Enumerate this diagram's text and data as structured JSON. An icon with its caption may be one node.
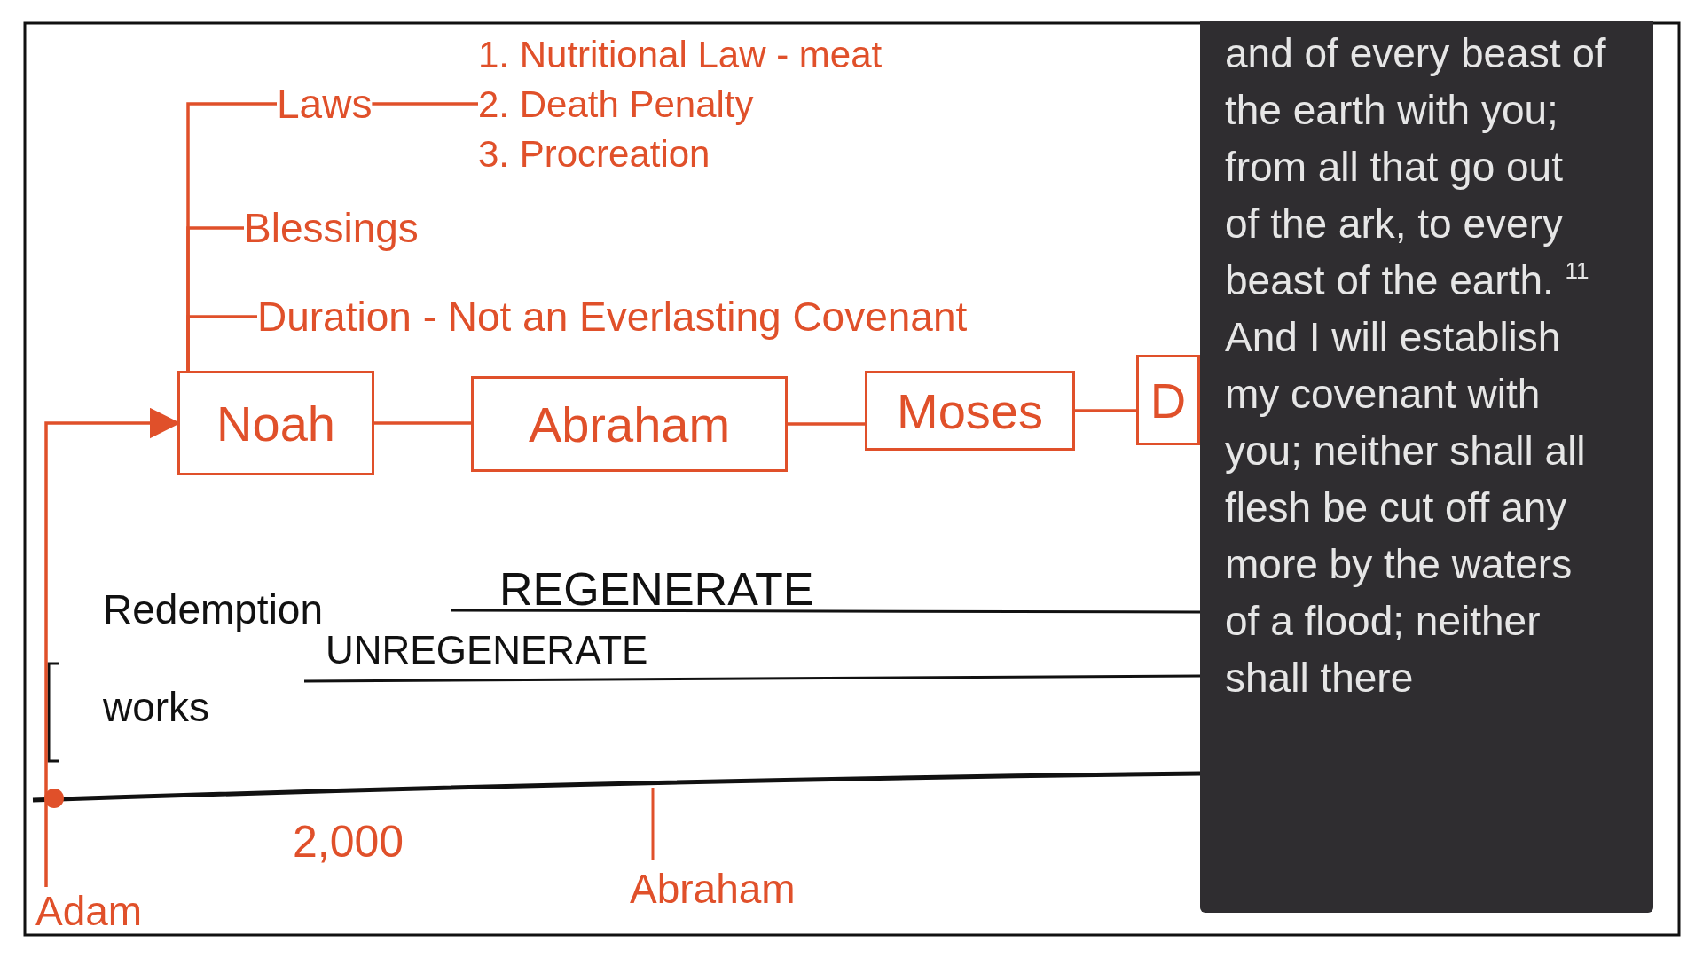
{
  "diagram": {
    "nodes": [
      {
        "text": [
          "Noah"
        ]
      },
      {
        "text": [
          "Abraham"
        ]
      },
      {
        "text": [
          "Moses"
        ]
      },
      {
        "text": [
          "D"
        ]
      },
      {
        "text": [
          "Laws"
        ]
      },
      {
        "text": [
          "1. Nutritional Law - meat",
          "2. Death Penalty",
          "3. Procreation"
        ]
      },
      {
        "text": [
          "Blessings"
        ]
      },
      {
        "text": [
          "Duration - Not an Everlasting Covenant"
        ]
      },
      {
        "text": [
          "Adam"
        ]
      }
    ],
    "edges": [
      {
        "from": 0,
        "to": 1,
        "arrow": "none"
      },
      {
        "from": 1,
        "to": 2,
        "arrow": "none"
      },
      {
        "from": 2,
        "to": 3,
        "arrow": "none"
      },
      {
        "from": 0,
        "to": 4,
        "arrow": "none"
      },
      {
        "from": 0,
        "to": 6,
        "arrow": "none"
      },
      {
        "from": 0,
        "to": 7,
        "arrow": "none"
      },
      {
        "from": 4,
        "to": 5,
        "arrow": "none"
      },
      {
        "from": 8,
        "to": 0,
        "arrow": "to"
      }
    ],
    "labels": [
      "Redemption",
      "REGENERATE",
      "works",
      "UNREGENERATE",
      "2,000",
      "Abraham",
      "and of every beast of the earth with you; from all that go out of the ark, to every beast of the earth. $^{11}$ And I will establish my covenant with you; neither shall all flesh be cut off any more by the waters of a flood; neither shall there"
    ]
  }
}
